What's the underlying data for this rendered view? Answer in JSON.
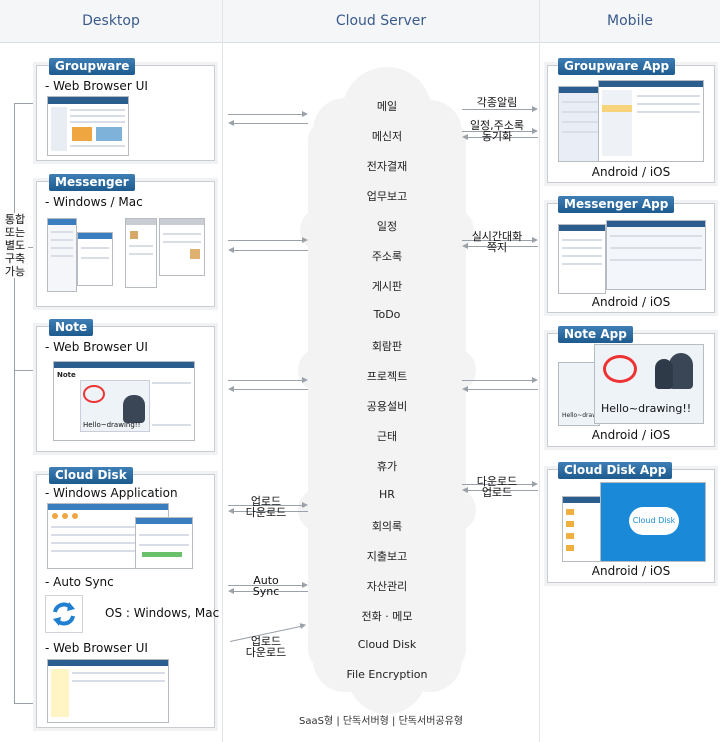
{
  "columns": {
    "desktop": "Desktop",
    "cloud_server": "Cloud Server",
    "mobile": "Mobile"
  },
  "integration_note": [
    "통합",
    "또는",
    "별도",
    "구축",
    "가능"
  ],
  "desktop": {
    "groupware": {
      "badge": "Groupware",
      "sub": "- Web Browser UI"
    },
    "messenger": {
      "badge": "Messenger",
      "sub": "- Windows / Mac"
    },
    "note": {
      "badge": "Note",
      "sub": "- Web Browser UI",
      "drawing_text": "Hello~drawing!!",
      "screen_title": "Note"
    },
    "cloud_disk": {
      "badge": "Cloud Disk",
      "sub1": "- Windows Application",
      "sub2": "- Auto Sync",
      "os": "OS : Windows, Mac",
      "sub3": "- Web Browser UI"
    }
  },
  "services": [
    "메일",
    "메신저",
    "전자결재",
    "업무보고",
    "일정",
    "주소록",
    "게시판",
    "ToDo",
    "회람판",
    "프로젝트",
    "공용설비",
    "근태",
    "휴가",
    "HR",
    "회의록",
    "지출보고",
    "자산관리",
    "전화 · 메모",
    "Cloud Disk",
    "File Encryption"
  ],
  "deployment": "SaaS형 | 단독서버형 | 단독서버공유형",
  "left_labels": {
    "upload_download_1": [
      "업로드",
      "다운로드"
    ],
    "auto_sync": [
      "Auto",
      "Sync"
    ],
    "upload_download_2": [
      "업로드",
      "다운로드"
    ]
  },
  "right_labels": {
    "alerts": "각종알림",
    "sync": [
      "일정,주소록",
      "동기화"
    ],
    "chat": [
      "실시간대화",
      "쪽지"
    ],
    "download_upload": [
      "다운로드",
      "업로드"
    ]
  },
  "mobile": {
    "groupware": {
      "badge": "Groupware App",
      "platform": "Android / iOS"
    },
    "messenger": {
      "badge": "Messenger App",
      "platform": "Android / iOS"
    },
    "note": {
      "badge": "Note App",
      "platform": "Android / iOS",
      "drawing_text": "Hello~drawing!!"
    },
    "cloud_disk": {
      "badge": "Cloud Disk App",
      "platform": "Android / iOS",
      "screen_text": "Cloud Disk"
    }
  },
  "colors": {
    "header_text": "#3a5a8c",
    "badge": "#2a6aa0",
    "arrow": "#9aa1a9",
    "screen_blue": "#1a8ad8"
  }
}
